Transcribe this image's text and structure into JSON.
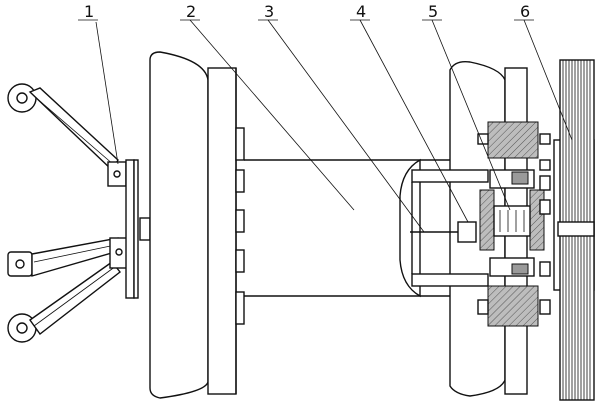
{
  "callouts": [
    {
      "id": "1",
      "label": "1"
    },
    {
      "id": "2",
      "label": "2"
    },
    {
      "id": "3",
      "label": "3"
    },
    {
      "id": "4",
      "label": "4"
    },
    {
      "id": "5",
      "label": "5"
    },
    {
      "id": "6",
      "label": "6"
    }
  ],
  "colors": {
    "line": "#111111",
    "hatch": "#9a9a9a",
    "background": "#ffffff"
  }
}
